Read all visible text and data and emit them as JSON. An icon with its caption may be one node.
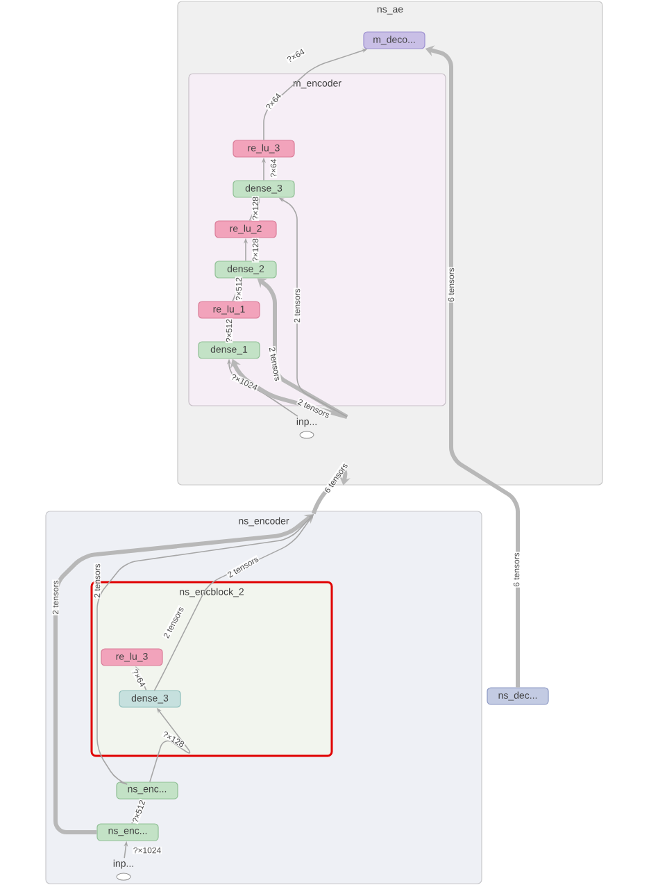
{
  "diagram": {
    "nodes": [
      {
        "text": [
          "ns_ae"
        ]
      },
      {
        "text": [
          "m_deco..."
        ],
        "in": 0
      },
      {
        "text": [
          "m_encoder"
        ],
        "in": 0
      },
      {
        "text": [
          "re_lu_3"
        ],
        "in": 2
      },
      {
        "text": [
          "dense_3"
        ],
        "in": 2
      },
      {
        "text": [
          "re_lu_2"
        ],
        "in": 2
      },
      {
        "text": [
          "dense_2"
        ],
        "in": 2
      },
      {
        "text": [
          "re_lu_1"
        ],
        "in": 2
      },
      {
        "text": [
          "dense_1"
        ],
        "in": 2
      },
      {
        "text": [
          "inp..."
        ],
        "in": 0
      },
      {
        "text": [
          "ns_encoder"
        ]
      },
      {
        "text": [
          "ns_encblock_2"
        ],
        "in": 10
      },
      {
        "text": [
          "re_lu_3"
        ],
        "in": 11
      },
      {
        "text": [
          "dense_3"
        ],
        "in": 11
      },
      {
        "text": [
          "ns_enc..."
        ],
        "in": 10
      },
      {
        "text": [
          "ns_enc..."
        ],
        "in": 10
      },
      {
        "text": [
          "inp..."
        ],
        "in": 10
      },
      {
        "text": [
          "ns_dec..."
        ]
      }
    ],
    "edges": [
      {
        "from": 3,
        "to": 1,
        "arrow": "to",
        "label": "?×64"
      },
      {
        "from": 4,
        "to": 3,
        "arrow": "to",
        "label": "?×64"
      },
      {
        "from": 5,
        "to": 4,
        "arrow": "to",
        "label": "?×128"
      },
      {
        "from": 6,
        "to": 5,
        "arrow": "to",
        "label": "?×128"
      },
      {
        "from": 7,
        "to": 6,
        "arrow": "to",
        "label": "?×512"
      },
      {
        "from": 8,
        "to": 7,
        "arrow": "to",
        "label": "?×512"
      },
      {
        "from": 9,
        "to": 8,
        "arrow": "to",
        "label": "?×1024"
      },
      {
        "from": null,
        "to": 8,
        "arrow": "to",
        "label": "2 tensors",
        "style": "thick"
      },
      {
        "from": null,
        "to": 6,
        "arrow": "to",
        "label": "2 tensors",
        "style": "thick"
      },
      {
        "from": null,
        "to": 4,
        "arrow": "to",
        "label": "2 tensors"
      },
      {
        "from": 10,
        "to": 0,
        "arrow": "to",
        "label": "6 tensors",
        "style": "thick"
      },
      {
        "from": 17,
        "to": 1,
        "arrow": "to",
        "label": "6 tensors",
        "style": "thick"
      },
      {
        "from": 15,
        "to": null,
        "arrow": "to",
        "label": "2 tensors",
        "style": "thick"
      },
      {
        "from": 14,
        "to": null,
        "arrow": "to",
        "label": "2 tensors"
      },
      {
        "from": 13,
        "to": null,
        "arrow": "to",
        "label": "2 tensors"
      },
      {
        "from": 16,
        "to": 15,
        "arrow": "to",
        "label": "?×1024"
      },
      {
        "from": 15,
        "to": 14,
        "arrow": "to",
        "label": "?×512"
      },
      {
        "from": 14,
        "to": 13,
        "arrow": "to",
        "label": "?×128"
      },
      {
        "from": 13,
        "to": 12,
        "arrow": "to",
        "label": "?×64"
      }
    ],
    "labels": [
      "?×64",
      "6 tensors",
      "2 tensors"
    ]
  }
}
